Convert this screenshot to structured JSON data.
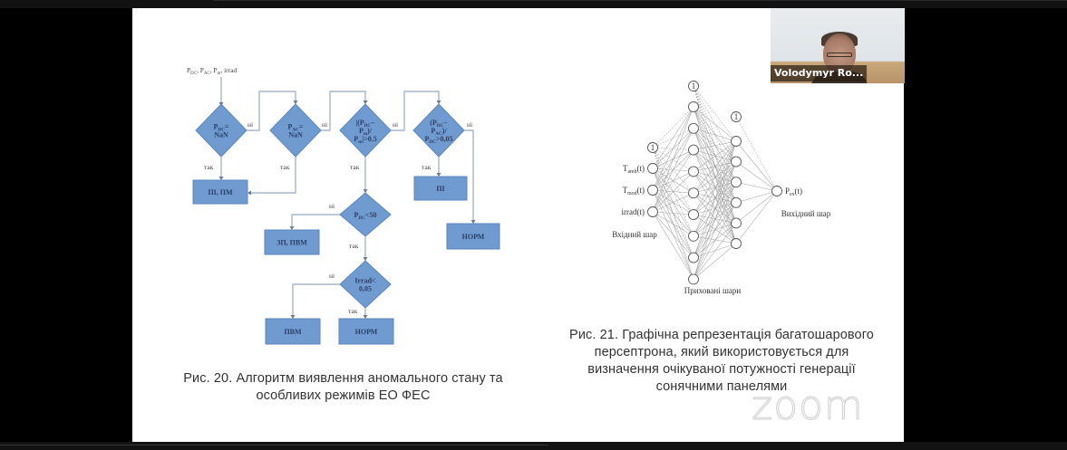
{
  "app": {
    "name": "Zoom",
    "watermark": "zoom"
  },
  "participant": {
    "name": "Volodymyr Ro..."
  },
  "slide": {
    "figure20": {
      "caption_line1": "Рис. 20.  Алгоритм виявлення аномального стану та",
      "caption_line2": "особливих режимів ЕО ФЕС",
      "input_label": "P_DC, P_AC, P_m, irrad",
      "decisions": [
        {
          "id": "d1",
          "line1": "P_DC=",
          "line2": "NaN"
        },
        {
          "id": "d2",
          "line1": "P_AC=",
          "line2": "NaN"
        },
        {
          "id": "d3",
          "line1": "|(P_DC−",
          "line2": "P_m)/",
          "line3": "P_m|>0.5"
        },
        {
          "id": "d4",
          "line1": "(P_DC−",
          "line2": "P_AC)/",
          "line3": "P_DC>0,05"
        },
        {
          "id": "d5",
          "line1": "P_DC<50"
        },
        {
          "id": "d6",
          "line1": "Irrad<",
          "line2": "0,05"
        }
      ],
      "outcomes": [
        {
          "id": "b1",
          "label": "ПІ, ПМ"
        },
        {
          "id": "b2",
          "label": "ПІ"
        },
        {
          "id": "b3",
          "label": "НОРМ"
        },
        {
          "id": "b4",
          "label": "ЗП, ПВМ"
        },
        {
          "id": "b5",
          "label": "ПВМ"
        },
        {
          "id": "b6",
          "label": "НОРМ"
        }
      ],
      "yes_label": "так",
      "no_label": "ні"
    },
    "figure21": {
      "caption_line1": "Рис. 21. Графічна репрезентація багатошарового",
      "caption_line2": "персептрона, який використовується для",
      "caption_line3": "визначення очікуваної потужності генерації",
      "caption_line4": "сонячними панелями",
      "inputs": [
        "T_amb(t)",
        "T_mod(t)",
        "irrad(t)"
      ],
      "output": "P_ex(t)",
      "bias_label": "1",
      "input_layer_label": "Вхідний шар",
      "hidden_layers_label": "Приховані шари",
      "output_layer_label": "Вихідний шар",
      "hidden1_count": 9,
      "hidden2_count": 6
    }
  },
  "colors": {
    "shape_fill": "#6f9bd1",
    "shape_stroke": "#5b86bd",
    "connector": "#a8b6c8"
  }
}
